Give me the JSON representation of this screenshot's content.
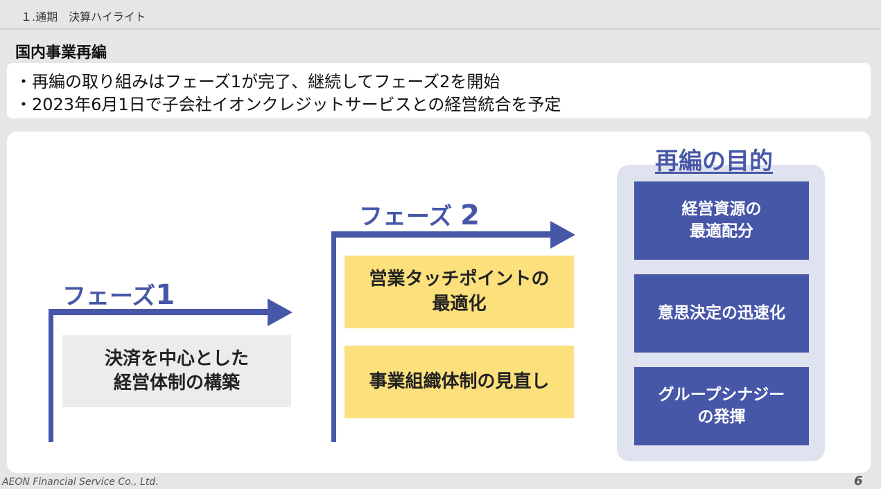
{
  "header": {
    "section": "１.通期　決算ハイライト"
  },
  "title": "国内事業再編",
  "summary": {
    "bullets": [
      "・再編の取り組みはフェーズ1が完了、継続してフェーズ2を開始",
      "・2023年6月1日で子会社イオンクレジットサービスとの経営統合を予定"
    ]
  },
  "phase1": {
    "label": "フェーズ",
    "number": "1",
    "box_line1": "決済を中心とした",
    "box_line2": "経営体制の構築"
  },
  "phase2": {
    "label": "フェーズ",
    "number": "2",
    "box1_line1": "営業タッチポイントの",
    "box1_line2": "最適化",
    "box2": "事業組織体制の見直し"
  },
  "purpose": {
    "title": "再編の目的",
    "item1_line1": "経営資源の",
    "item1_line2": "最適配分",
    "item2": "意思決定の迅速化",
    "item3_line1": "グループシナジー",
    "item3_line2": "の発揮"
  },
  "footer": {
    "company": "AEON Financial Service Co., Ltd.",
    "page": "6"
  },
  "colors": {
    "accent_blue": "#4757a8",
    "highlight_yellow": "#fbe07c",
    "panel_gray": "#ececec",
    "purpose_panel": "#dfe2ef"
  }
}
